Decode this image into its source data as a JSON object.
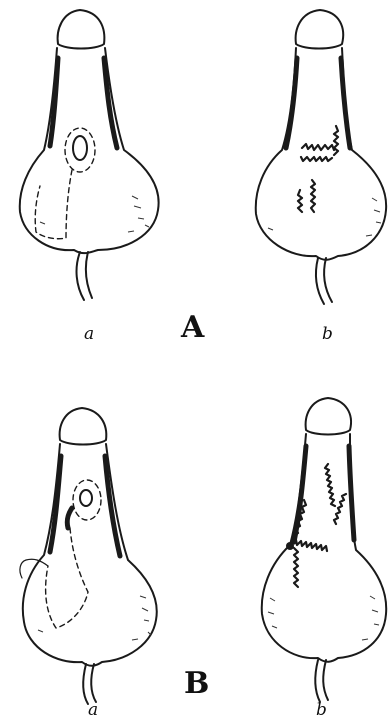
{
  "labels": {
    "panel_a": "A",
    "panel_b": "B",
    "sub_a": "a",
    "sub_b": "b"
  },
  "colors": {
    "ink": "#1a1a1a",
    "background": "#ffffff"
  }
}
